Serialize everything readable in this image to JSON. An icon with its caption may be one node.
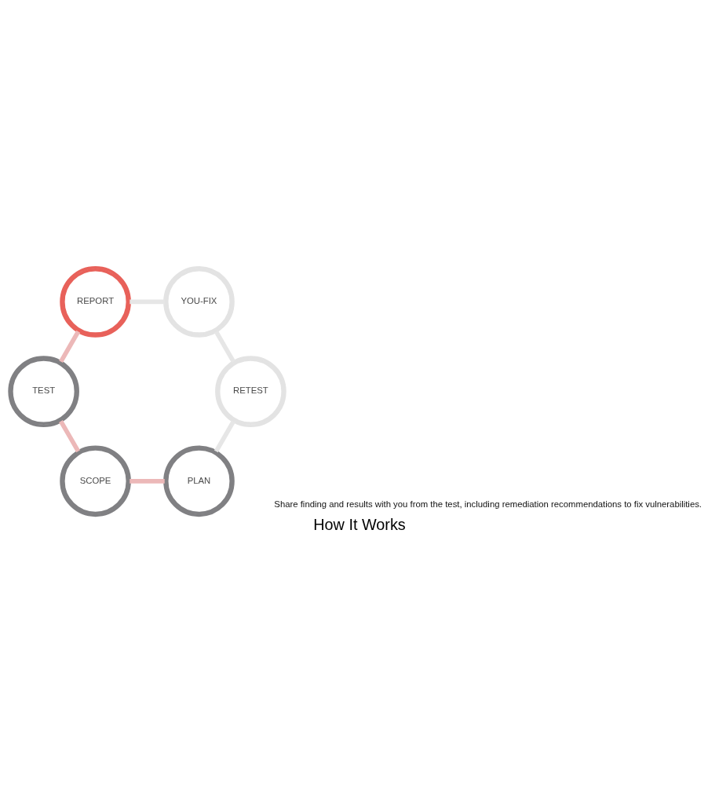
{
  "diagram": {
    "title": "How It Works",
    "nodes": [
      {
        "text": [
          "PLAN"
        ]
      },
      {
        "text": [
          "SCOPE"
        ]
      },
      {
        "text": [
          "TEST"
        ]
      },
      {
        "text": [
          "REPORT"
        ]
      },
      {
        "text": [
          "YOU-FIX"
        ]
      },
      {
        "text": [
          "RETEST"
        ]
      }
    ],
    "edges": [
      {
        "from": 0,
        "to": 1,
        "arrow": "none",
        "color": "#ecb8b8"
      },
      {
        "from": 1,
        "to": 2,
        "arrow": "none",
        "color": "#ecb8b8"
      },
      {
        "from": 2,
        "to": 3,
        "arrow": "none",
        "color": "#ecb8b8"
      },
      {
        "from": 3,
        "to": 4,
        "arrow": "none",
        "color": "#e6e6e6"
      },
      {
        "from": 4,
        "to": 5,
        "arrow": "none",
        "color": "#e6e6e6"
      },
      {
        "from": 5,
        "to": 0,
        "arrow": "none",
        "color": "#e6e6e6"
      }
    ],
    "labels": [
      "Share finding and results with you from the test, including remediation recommendations to fix vulnerabilities."
    ]
  }
}
